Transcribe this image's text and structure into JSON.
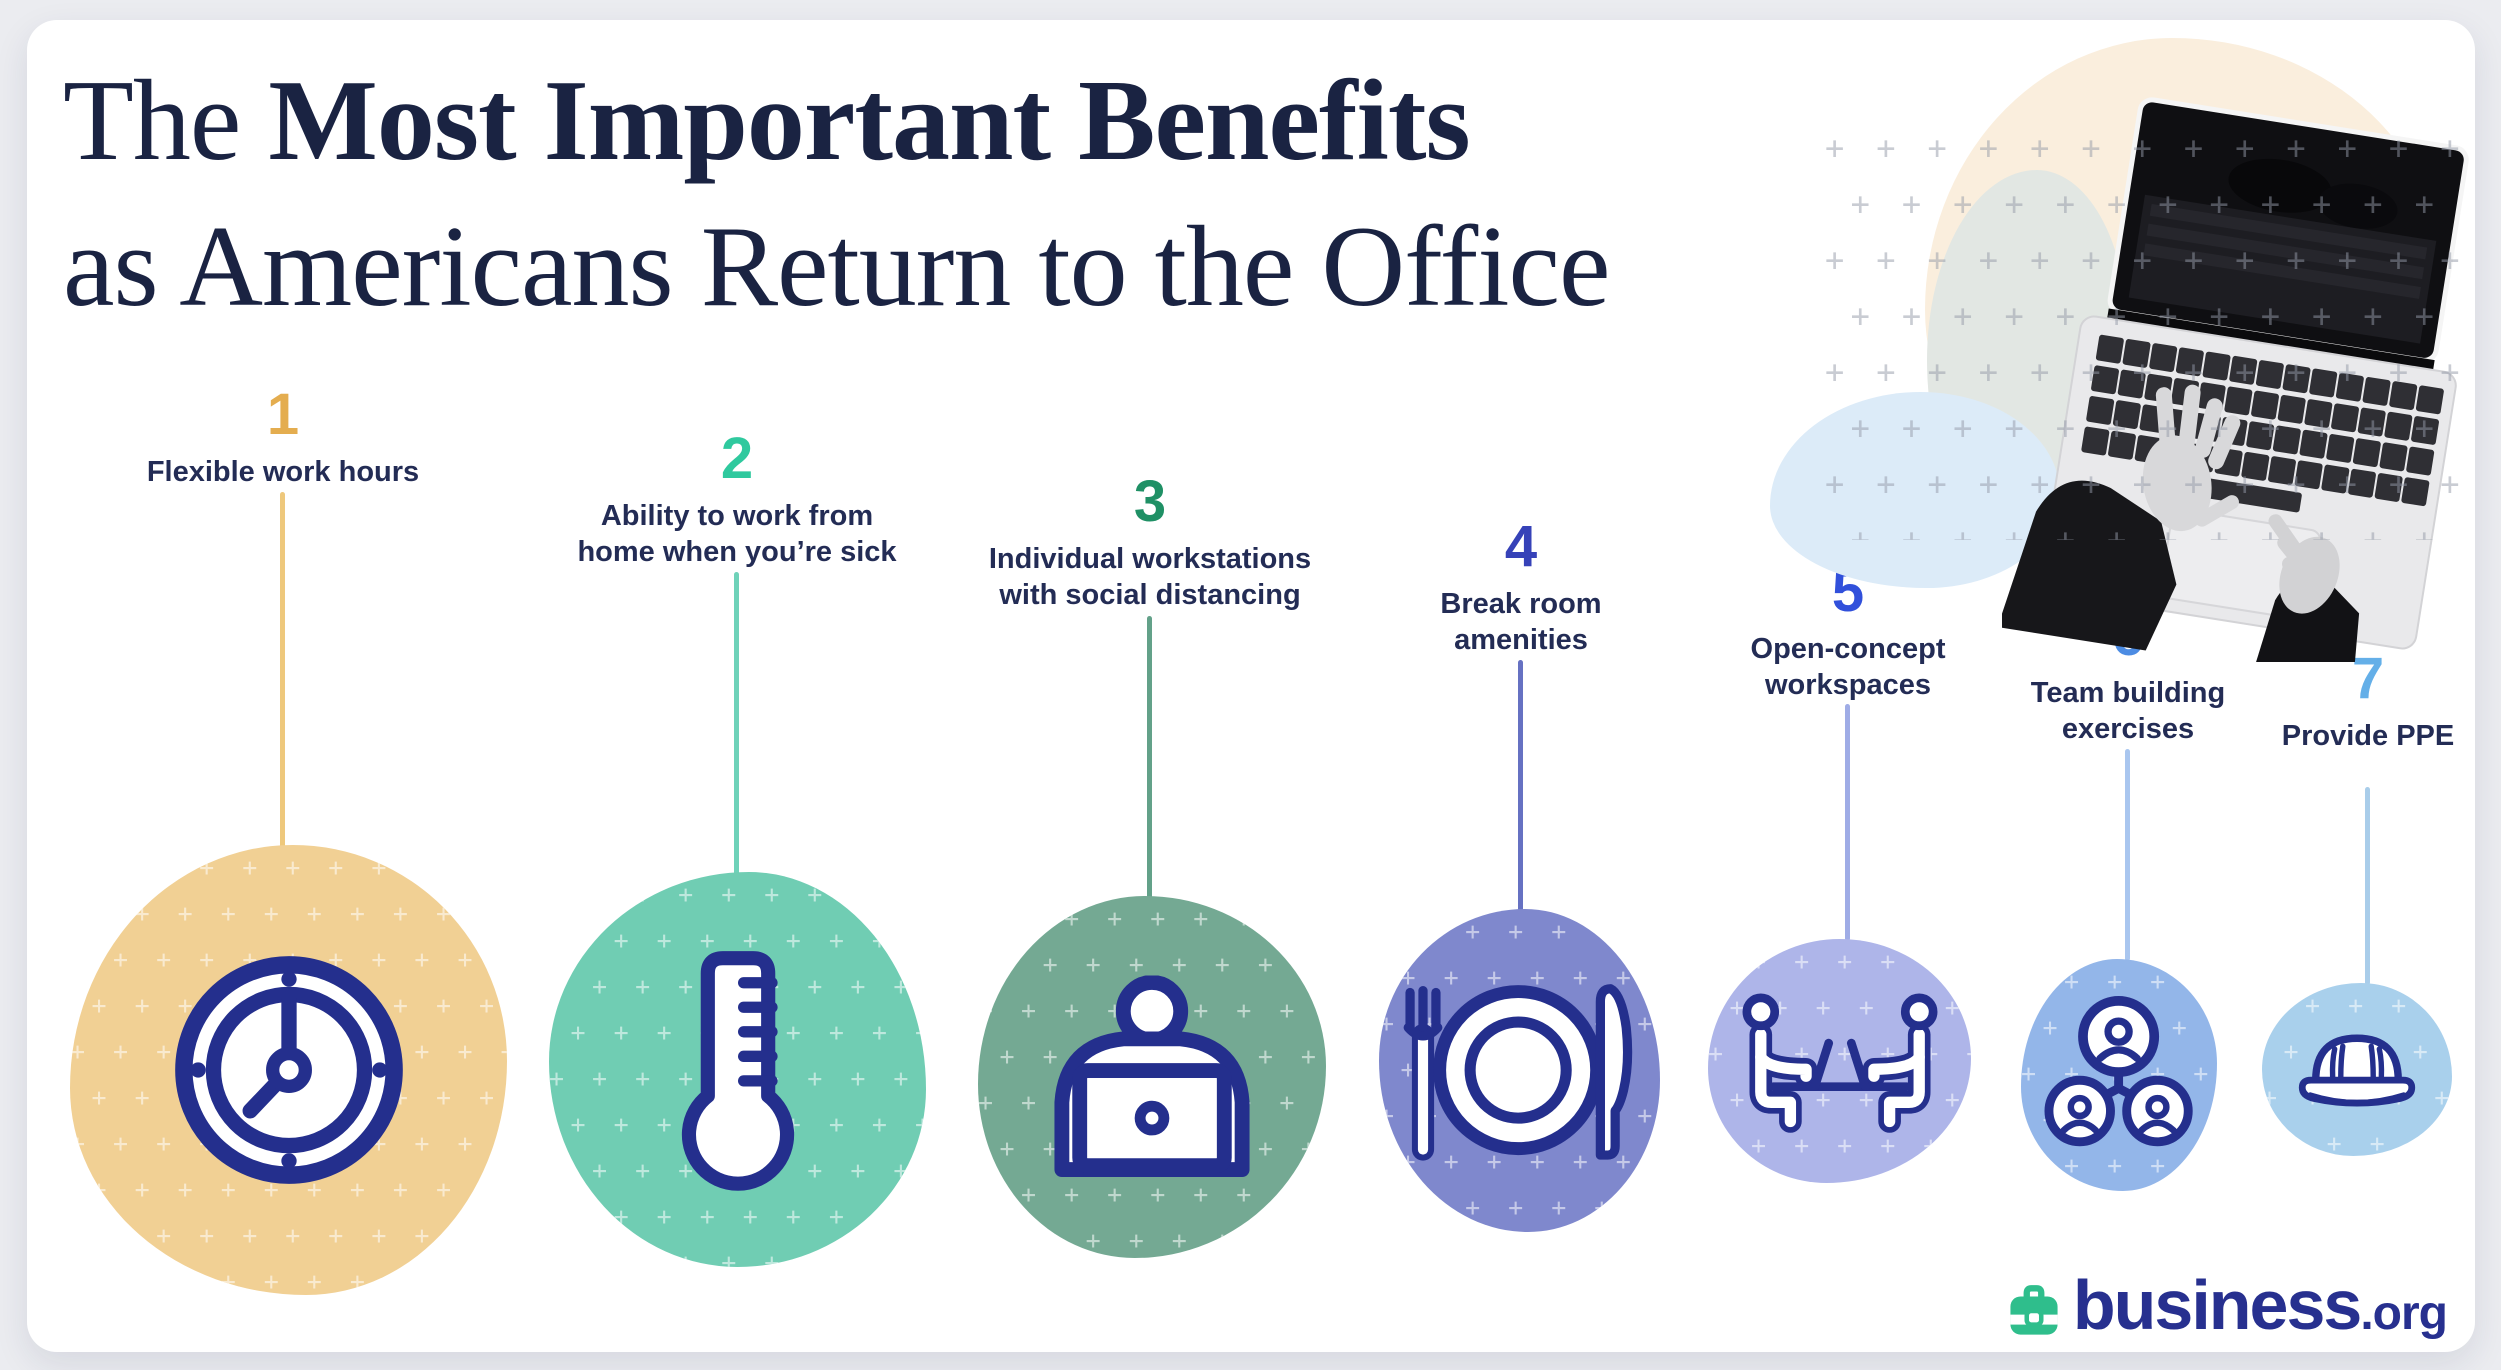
{
  "page": {
    "background": "#ebecf0",
    "card_background": "#ffffff"
  },
  "title": {
    "lead": "The ",
    "emphasis": "Most Important Benefits",
    "line2": "as Americans Return to the Office",
    "color": "#1a2342"
  },
  "items": [
    {
      "rank": "1",
      "label": "Flexible work hours",
      "icon": "clock-icon",
      "number_color": "#e4ad4f",
      "line_color": "#eec87c",
      "blob_color": "#f1d094"
    },
    {
      "rank": "2",
      "label": "Ability to work from\nhome when you’re sick",
      "icon": "thermometer-icon",
      "number_color": "#2fc99e",
      "line_color": "#6fd2b9",
      "blob_color": "#70cdb3"
    },
    {
      "rank": "3",
      "label": "Individual workstations\nwith social distancing",
      "icon": "person-laptop-icon",
      "number_color": "#1f9065",
      "line_color": "#63a189",
      "blob_color": "#74a993"
    },
    {
      "rank": "4",
      "label": "Break room\namenities",
      "icon": "dining-icon",
      "number_color": "#3642b8",
      "line_color": "#6671c2",
      "blob_color": "#7f88cd"
    },
    {
      "rank": "5",
      "label": "Open-concept\nworkspaces",
      "icon": "coworkers-icon",
      "number_color": "#3150db",
      "line_color": "#9face6",
      "blob_color": "#aeb5e9"
    },
    {
      "rank": "6",
      "label": "Team building\nexercises",
      "icon": "team-network-icon",
      "number_color": "#4c8ce3",
      "line_color": "#a9c6ef",
      "blob_color": "#93b6e9"
    },
    {
      "rank": "7",
      "label": "Provide PPE",
      "icon": "hard-hat-icon",
      "number_color": "#64afe8",
      "line_color": "#a9cdea",
      "blob_color": "#a9d0ec"
    }
  ],
  "label_color": "#232c55",
  "icon_stroke": "#242f8d",
  "logo": {
    "brand": "business",
    "tld": ".org",
    "text_color": "#27308f",
    "icon_color": "#2fbe8c"
  }
}
